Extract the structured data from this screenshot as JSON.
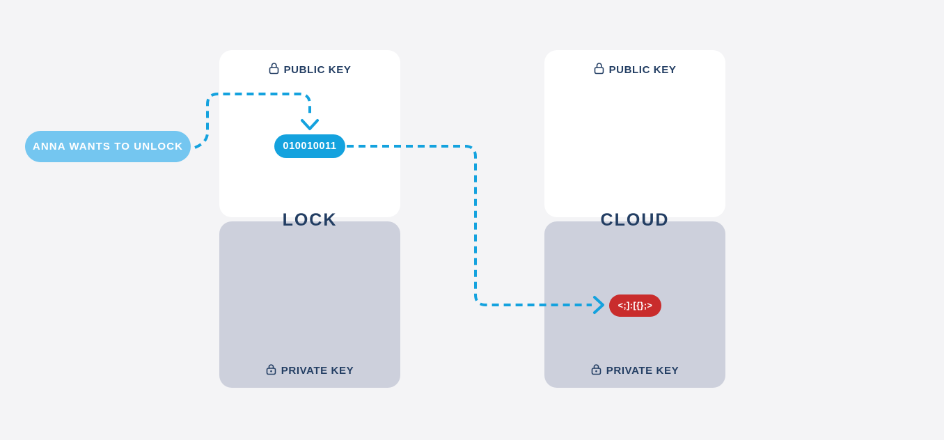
{
  "diagram": {
    "badge": {
      "label": "ANNA WANTS TO UNLOCK"
    },
    "lock_group": {
      "title": "LOCK",
      "public_key_label": "PUBLIC KEY",
      "private_key_label": "PRIVATE KEY",
      "public_value": "010010011"
    },
    "cloud_group": {
      "title": "CLOUD",
      "public_key_label": "PUBLIC KEY",
      "private_key_label": "PRIVATE KEY",
      "private_value": "<;]:[{};>"
    },
    "icons": {
      "public": "unlocked-padlock-icon",
      "private": "locked-padlock-icon"
    },
    "colors": {
      "background": "#f4f4f6",
      "card_white": "#ffffff",
      "card_gray": "#cdd0dc",
      "navy_text": "#233e63",
      "arrow_blue": "#14a2de",
      "badge_light_blue": "#74c6f0",
      "binary_pill_blue": "#14a2de",
      "cipher_pill_red": "#c92c2c"
    }
  }
}
